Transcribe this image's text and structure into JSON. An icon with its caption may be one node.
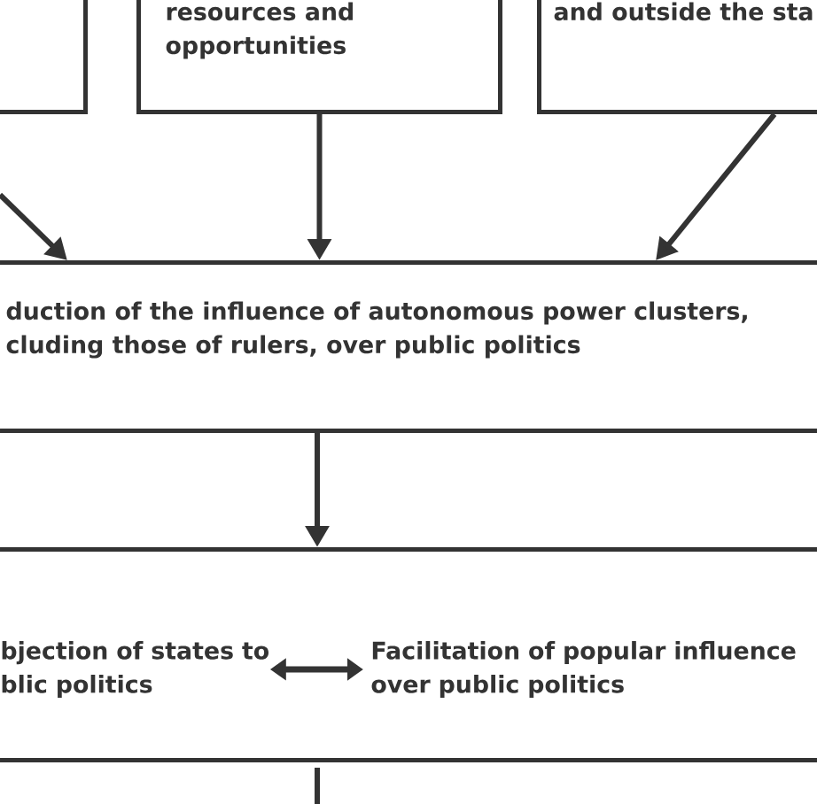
{
  "diagram": {
    "nodes": [
      {
        "text": [],
        "shape": "box"
      },
      {
        "text": [
          "resources and opportunities"
        ]
      },
      {
        "text": [
          "and outside the sta"
        ]
      },
      {
        "text": [
          "duction of the influence of autonomous power clusters, cluding those of rulers, over public politics"
        ]
      },
      {
        "text": [],
        "shape": "box"
      },
      {
        "text": [
          "bjection of states to blic politics"
        ],
        "in": 4
      },
      {
        "text": [
          "Facilitation of popular influence over public politics"
        ],
        "in": 4
      }
    ],
    "edges": [
      {
        "from": null,
        "to": 3,
        "arrow": "to"
      },
      {
        "from": 1,
        "to": 3,
        "arrow": "to"
      },
      {
        "from": 2,
        "to": 3,
        "arrow": "to"
      },
      {
        "from": 3,
        "to": 4,
        "arrow": "to"
      },
      {
        "from": 5,
        "to": 6,
        "arrow": "both"
      },
      {
        "from": 4,
        "to": null,
        "arrow": "none"
      }
    ]
  }
}
